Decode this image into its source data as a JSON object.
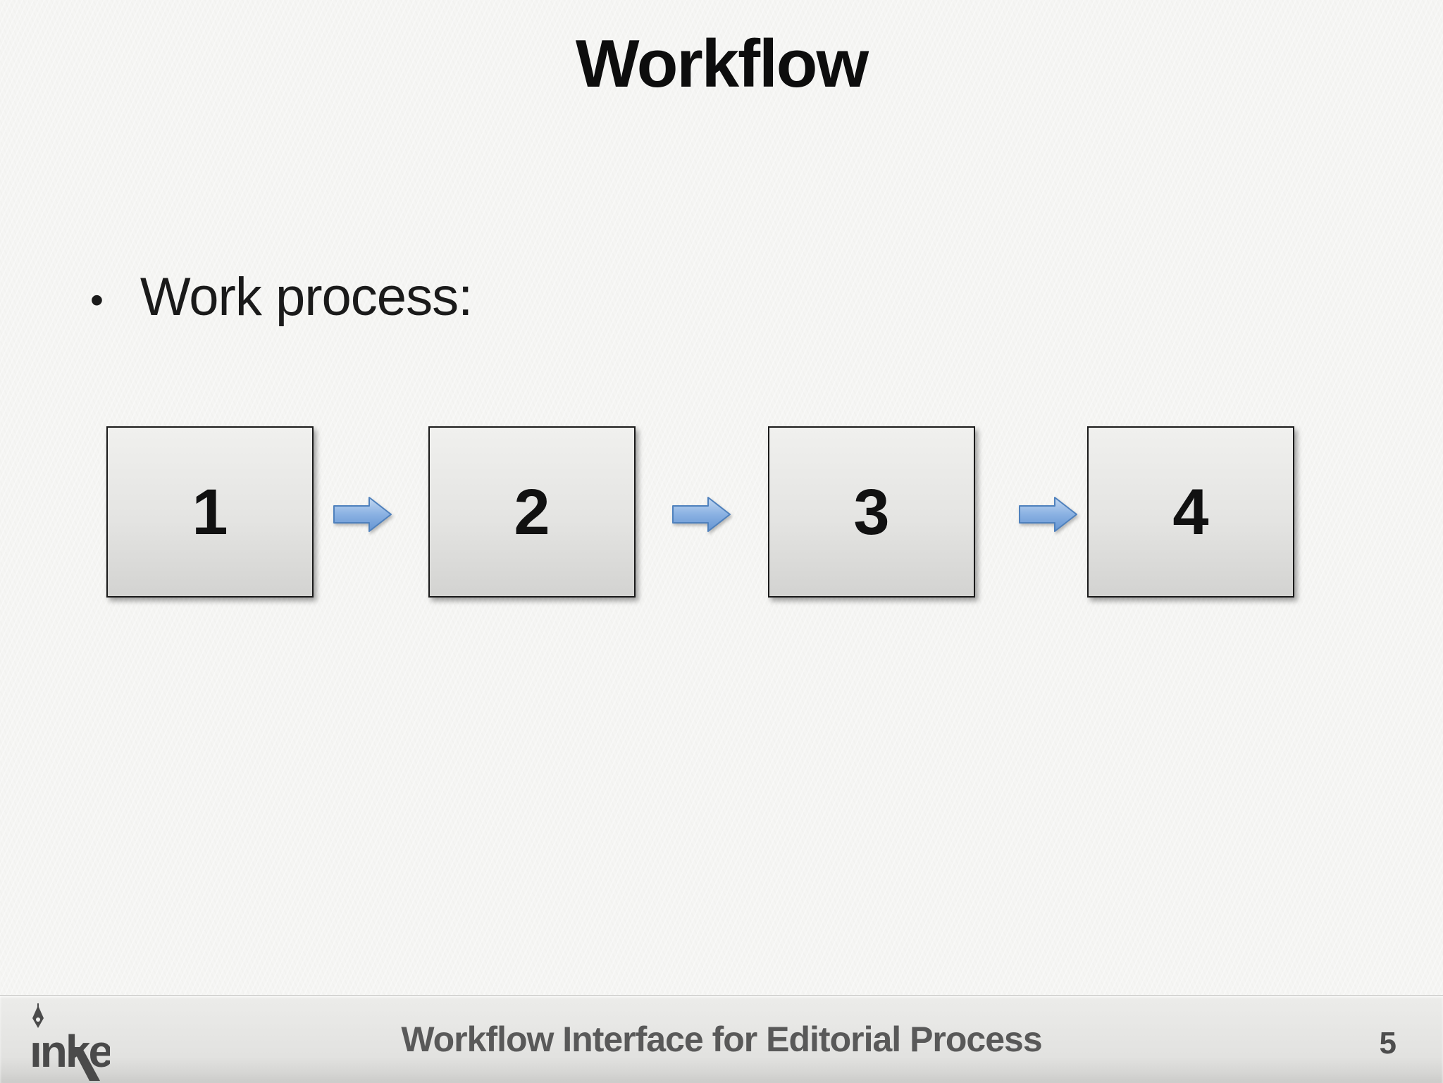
{
  "slide": {
    "title": "Workflow",
    "bullet_marker": "•",
    "bullet_text": "Work process:"
  },
  "diagram": {
    "type": "flow",
    "direction": "left-to-right",
    "connector": "right-block-arrow",
    "steps": [
      {
        "label": "1"
      },
      {
        "label": "2"
      },
      {
        "label": "3"
      },
      {
        "label": "4"
      }
    ]
  },
  "footer": {
    "logo_text": "inke",
    "title": "Workflow Interface for Editorial Process",
    "page_number": "5"
  },
  "colors": {
    "background": "#f5f5f3",
    "title_text": "#0d0d0d",
    "box_fill_top": "#f0f0ee",
    "box_fill_bottom": "#d3d3d1",
    "box_border": "#1a1a1a",
    "step_number": "#111111",
    "arrow_fill_top": "#c3d8f1",
    "arrow_fill_mid": "#8ab1e2",
    "arrow_fill_bottom": "#6494d2",
    "arrow_border": "#4f81bd",
    "footer_bar_top": "#ececea",
    "footer_bar_bottom": "#cbcbc9",
    "footer_text": "#595959",
    "logo_color": "#4a4a4a"
  }
}
